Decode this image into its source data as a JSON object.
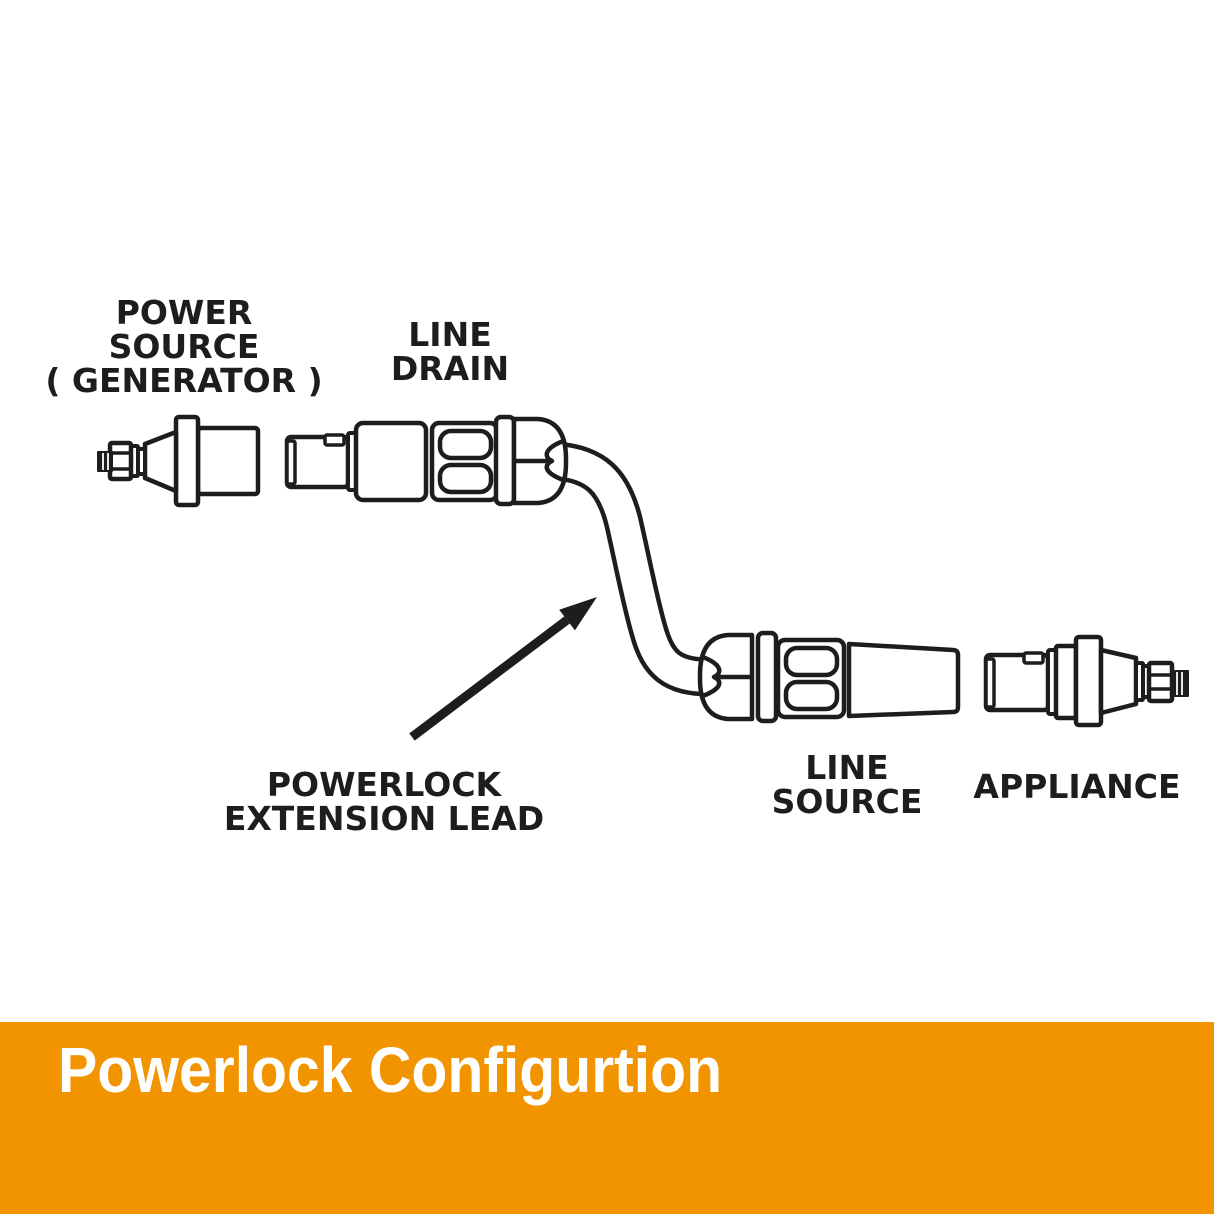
{
  "diagram": {
    "labels": {
      "power_source": {
        "line1": "POWER",
        "line2": "SOURCE",
        "line3": "( GENERATOR )"
      },
      "line_drain": {
        "line1": "LINE",
        "line2": "DRAIN"
      },
      "extension_lead": {
        "line1": "POWERLOCK",
        "line2": "EXTENSION LEAD"
      },
      "line_source": {
        "line1": "LINE",
        "line2": "SOURCE"
      },
      "appliance": {
        "line1": "APPLIANCE"
      }
    }
  },
  "banner": {
    "title": "Powerlock Configurtion"
  },
  "colors": {
    "background": "#FFFFFF",
    "line_color": "#1D1D1D",
    "banner_background": "#F29400",
    "banner_text": "#FFFFFF"
  }
}
